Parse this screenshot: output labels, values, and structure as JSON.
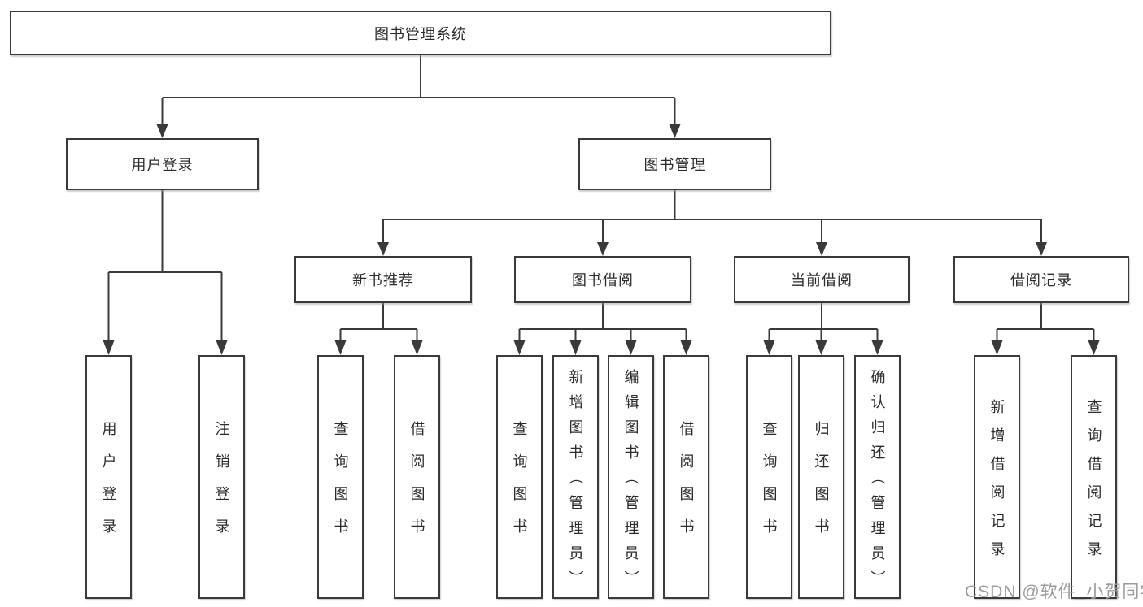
{
  "diagram": {
    "title": "图书管理系统",
    "level2": {
      "user_login": "用户登录",
      "book_mgmt": "图书管理"
    },
    "login_children": [
      "用户登录",
      "注销登录"
    ],
    "mgmt_children": [
      {
        "label": "新书推荐",
        "children": [
          "查询图书",
          "借阅图书"
        ]
      },
      {
        "label": "图书借阅",
        "children": [
          "查询图书",
          "新增图书（管理员）",
          "编辑图书（管理员）",
          "借阅图书"
        ]
      },
      {
        "label": "当前借阅",
        "children": [
          "查询图书",
          "归还图书",
          "确认归还（管理员）"
        ]
      },
      {
        "label": "借阅记录",
        "children": [
          "新增借阅记录",
          "查询借阅记录"
        ]
      }
    ]
  },
  "watermark": {
    "text": "CSDN @软件_小贺同学"
  },
  "colors": {
    "line": "#3a3a3a",
    "border": "#3a3a3a",
    "text": "#2b2b2b",
    "watermark": "#9c9c9c",
    "background": "#ffffff"
  }
}
